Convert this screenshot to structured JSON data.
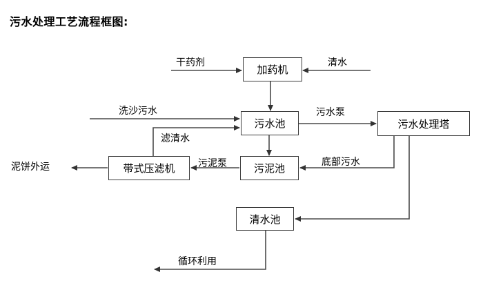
{
  "title": "污水处理工艺流程框图:",
  "nodes": [
    {
      "id": "dosing-machine",
      "label": "加药机"
    },
    {
      "id": "sewage-pool",
      "label": "污水池"
    },
    {
      "id": "sewage-treatment-tower",
      "label": "污水处理塔"
    },
    {
      "id": "sludge-pool",
      "label": "污泥池"
    },
    {
      "id": "belt-filter-press",
      "label": "带式压滤机"
    },
    {
      "id": "clean-water-pool",
      "label": "清水池"
    }
  ],
  "edge_labels": [
    {
      "id": "dry-reagent",
      "label": "干药剂"
    },
    {
      "id": "clean-water-in",
      "label": "清水"
    },
    {
      "id": "sand-washing-sewage",
      "label": "洗沙污水"
    },
    {
      "id": "filtered-clear-water",
      "label": "滤清水"
    },
    {
      "id": "sewage-pump",
      "label": "污水泵"
    },
    {
      "id": "sludge-pump",
      "label": "污泥泵"
    },
    {
      "id": "bottom-sewage",
      "label": "底部污水"
    },
    {
      "id": "mud-cake-outbound",
      "label": "泥饼外运"
    },
    {
      "id": "recycling-reuse",
      "label": "循环利用"
    }
  ],
  "colors": {
    "line": "#4a4a4a",
    "box_border": "#3a3a3a",
    "text": "#000000",
    "background": "#ffffff"
  }
}
